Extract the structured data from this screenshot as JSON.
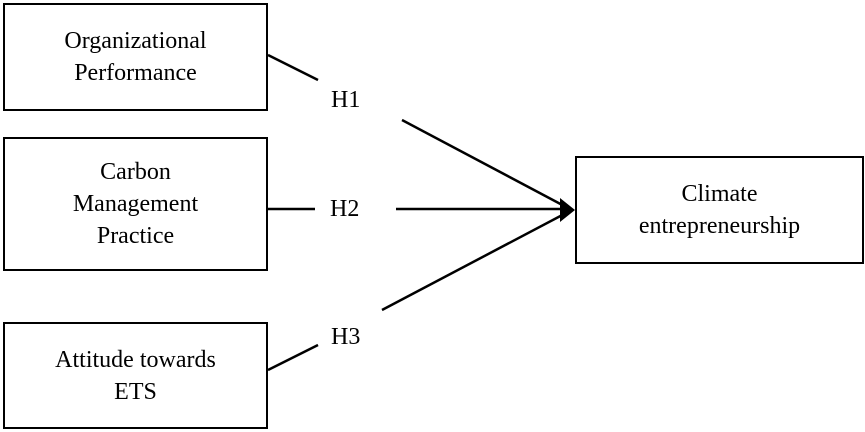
{
  "boxes": {
    "organizational_performance": {
      "lines": [
        "Organizational",
        "Performance"
      ]
    },
    "carbon_management_practice": {
      "lines": [
        "Carbon",
        "Management",
        "Practice"
      ]
    },
    "attitude_towards_ets": {
      "lines": [
        "Attitude towards",
        "ETS"
      ]
    },
    "climate_entrepreneurship": {
      "lines": [
        "Climate",
        "entrepreneurship"
      ]
    }
  },
  "hypotheses": {
    "h1": "H1",
    "h2": "H2",
    "h3": "H3"
  },
  "colors": {
    "stroke": "#000000",
    "background": "#ffffff"
  }
}
